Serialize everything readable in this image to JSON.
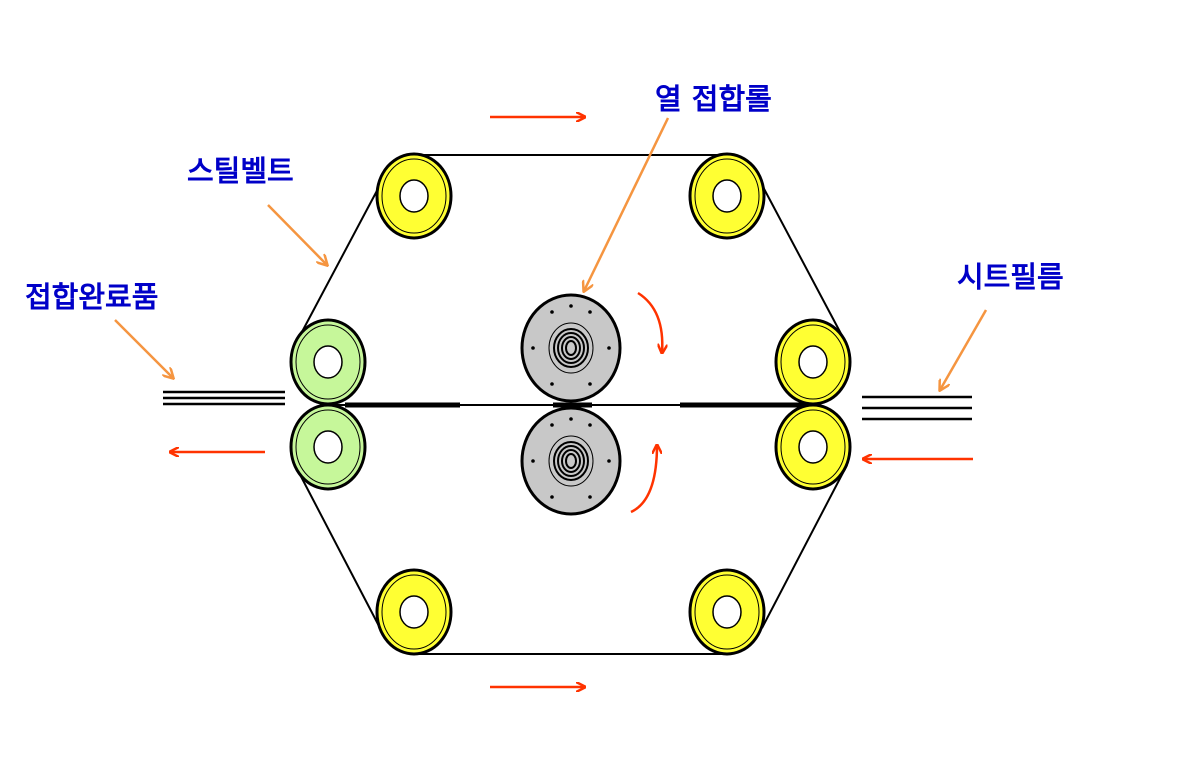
{
  "labels": {
    "heat_roll": "열 접합롤",
    "steel_belt": "스틸벨트",
    "finished_product": "접합완료품",
    "sheet_film": "시트필름"
  },
  "colors": {
    "label": "#0000c8",
    "flow_arrow": "#ff3300",
    "pointer_arrow": "#f59540",
    "idler_roller": "#ffff33",
    "output_roller": "#c6f79a",
    "heat_roller": "#c8c8c8"
  }
}
